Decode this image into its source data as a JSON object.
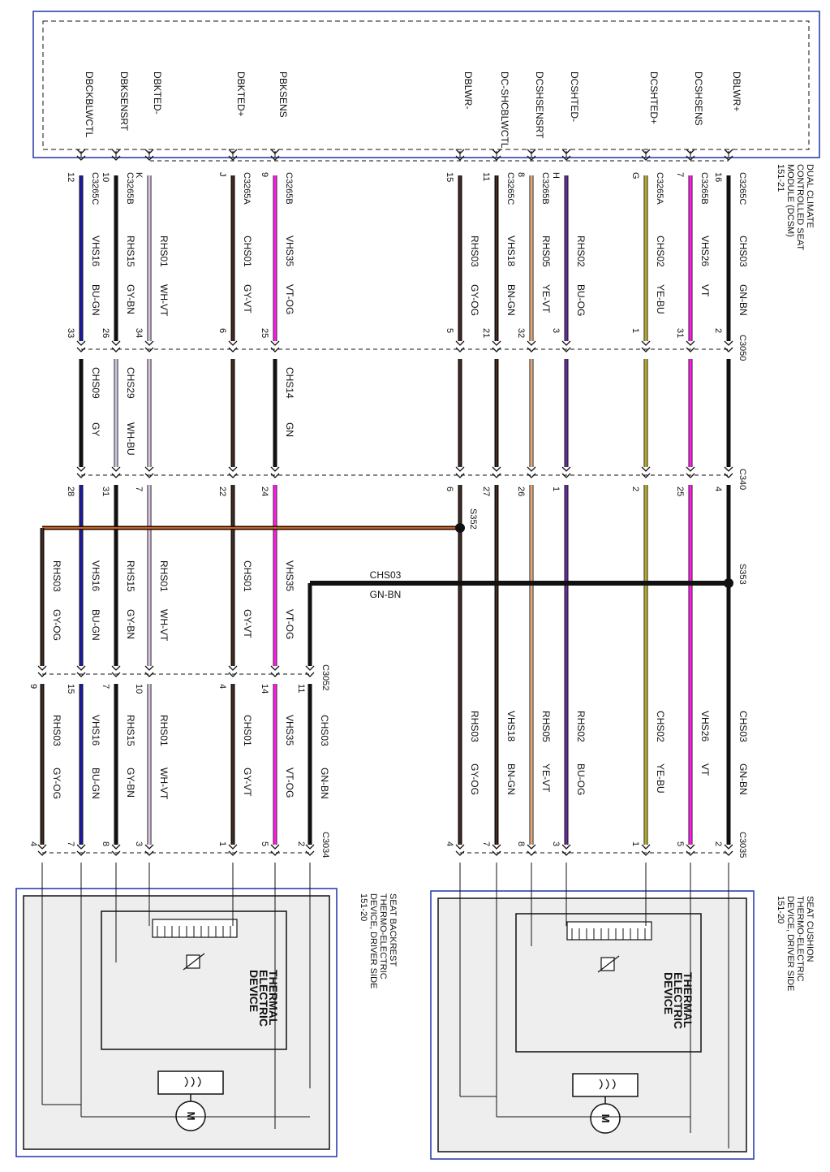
{
  "module": {
    "title": [
      "DUAL CLIMATE",
      "CONTROLLED SEAT",
      "MODULE (DCSM)",
      "151-21"
    ]
  },
  "backrest_device": {
    "title": [
      "SEAT BACKREST",
      "THERMO-ELECTRIC",
      "DEVICE, DRIVER SIDE",
      "151-20"
    ],
    "element_label": [
      "THERMAL",
      "ELECTRIC",
      "DEVICE"
    ],
    "motor_label": "M"
  },
  "cushion_device": {
    "title": [
      "SEAT CUSHION",
      "THERMO-ELECTRIC",
      "DEVICE, DRIVER SIDE",
      "151-20"
    ],
    "element_label": [
      "THERMAL",
      "ELECTRIC",
      "DEVICE"
    ],
    "motor_label": "M"
  },
  "connectors": {
    "mid1": "C3050",
    "mid2": "C340",
    "back": "C3052",
    "back_dev": "C3034",
    "cush_dev": "C3035"
  },
  "splices": {
    "s352": "S352",
    "s353": "S353",
    "bridge_circuit": "CHS03",
    "bridge_color": "GN-BN"
  },
  "colors": {
    "black": "#111111",
    "brown": "#4a2a1a",
    "blue": "#1a1aa8",
    "violet": "#6a2ca0",
    "magenta": "#ff19e8",
    "orange": "#e05a10",
    "yellow": "#f0e020",
    "box_border": "#2233aa",
    "device_fill": "#eeeeee"
  },
  "wires": [
    {
      "pin_name": "DBLWR+",
      "module_conn": "C3265C",
      "module_pin": "16",
      "c1": "CHS03",
      "c1_color": "GN-BN",
      "c3050_pin": "2",
      "c2": "",
      "c2_color": "",
      "c340_pin": "4",
      "c3": "",
      "c3_color": "",
      "dev_circuit": "CHS03",
      "dev_color": "GN-BN",
      "dev_pin": "2",
      "style": "black"
    },
    {
      "pin_name": "DCSHSENS",
      "module_conn": "C3265B",
      "module_pin": "7",
      "c1": "VHS26",
      "c1_color": "VT",
      "c3050_pin": "31",
      "c2": "",
      "c2_color": "",
      "c340_pin": "25",
      "c3": "",
      "c3_color": "",
      "dev_circuit": "VHS26",
      "dev_color": "VT",
      "dev_pin": "5",
      "style": "magenta"
    },
    {
      "pin_name": "DCSHTED+",
      "module_conn": "C3265A",
      "module_pin": "G",
      "c1": "CHS02",
      "c1_color": "YE-BU",
      "c3050_pin": "1",
      "c2": "",
      "c2_color": "",
      "c340_pin": "2",
      "c3": "",
      "c3_color": "",
      "dev_circuit": "CHS02",
      "dev_color": "YE-BU",
      "dev_pin": "1",
      "style": "yellow"
    },
    {
      "pin_name": "DCSHTED-",
      "module_conn": "",
      "module_pin": "H",
      "c1": "RHS02",
      "c1_color": "BU-OG",
      "c3050_pin": "3",
      "c2": "",
      "c2_color": "",
      "c340_pin": "1",
      "c3": "",
      "c3_color": "",
      "dev_circuit": "RHS02",
      "dev_color": "BU-OG",
      "dev_pin": "3",
      "style": "violet"
    },
    {
      "pin_name": "DCSHSENSRT",
      "module_conn": "C3265B",
      "module_pin": "8",
      "c1": "RHS05",
      "c1_color": "YE-VT",
      "c3050_pin": "32",
      "c2": "",
      "c2_color": "",
      "c340_pin": "26",
      "c3": "",
      "c3_color": "",
      "dev_circuit": "RHS05",
      "dev_color": "YE-VT",
      "dev_pin": "8",
      "style": "orange"
    },
    {
      "pin_name": "DC-SHCBLWCTL",
      "module_conn": "C3265C",
      "module_pin": "11",
      "c1": "VHS18",
      "c1_color": "BN-GN",
      "c3050_pin": "21",
      "c2": "",
      "c2_color": "",
      "c340_pin": "27",
      "c3": "",
      "c3_color": "",
      "dev_circuit": "VHS18",
      "dev_color": "BN-GN",
      "dev_pin": "7",
      "style": "brown"
    },
    {
      "pin_name": "DBLWR-",
      "module_conn": "",
      "module_pin": "15",
      "c1": "RHS03",
      "c1_color": "GY-OG",
      "c3050_pin": "5",
      "c2": "",
      "c2_color": "",
      "c340_pin": "6",
      "c3": "",
      "c3_color": "",
      "dev_circuit": "RHS03",
      "dev_color": "GY-OG",
      "dev_pin": "4",
      "style": "brown"
    },
    {
      "pin_name": "PBKSENS",
      "module_conn": "C3265B",
      "module_pin": "9",
      "c1": "VHS35",
      "c1_color": "VT-OG",
      "c3050_pin": "25",
      "c2": "CHS14",
      "c2_color": "GN",
      "c340_pin": "24",
      "c3": "VHS35",
      "c3_color": "VT-OG",
      "back_pin": "14",
      "dev_circuit": "VHS35",
      "dev_color": "VT-OG",
      "dev_pin": "5",
      "style": "magenta"
    },
    {
      "pin_name": "DBKTED+",
      "module_conn": "C3265A",
      "module_pin": "J",
      "c1": "CHS01",
      "c1_color": "GY-VT",
      "c3050_pin": "6",
      "c2": "",
      "c2_color": "",
      "c340_pin": "22",
      "c3": "CHS01",
      "c3_color": "GY-VT",
      "back_pin": "4",
      "dev_circuit": "CHS01",
      "dev_color": "GY-VT",
      "dev_pin": "1",
      "style": "brown"
    },
    {
      "pin_name": "DBKTED-",
      "module_conn": "",
      "module_pin": "K",
      "c1": "RHS01",
      "c1_color": "WH-VT",
      "c3050_pin": "34",
      "c2": "",
      "c2_color": "",
      "c340_pin": "7",
      "c3": "RHS01",
      "c3_color": "WH-VT",
      "back_pin": "10",
      "dev_circuit": "RHS01",
      "dev_color": "WH-VT",
      "dev_pin": "3",
      "style": "white"
    },
    {
      "pin_name": "DBKSENSRT",
      "module_conn": "C3265B",
      "module_pin": "10",
      "c1": "RHS15",
      "c1_color": "GY-BN",
      "c3050_pin": "26",
      "c2": "CHS29",
      "c2_color": "WH-BU",
      "c340_pin": "31",
      "c3": "RHS15",
      "c3_color": "GY-BN",
      "back_pin": "7",
      "dev_circuit": "RHS15",
      "dev_color": "GY-BN",
      "dev_pin": "8",
      "style": "black"
    },
    {
      "pin_name": "DBCKBLWCTL",
      "module_conn": "C3265C",
      "module_pin": "12",
      "c1": "VHS16",
      "c1_color": "BU-GN",
      "c3050_pin": "33",
      "c2": "CHS09",
      "c2_color": "GY",
      "c340_pin": "28",
      "c3": "VHS16",
      "c3_color": "BU-GN",
      "back_pin": "15",
      "dev_circuit": "VHS16",
      "dev_color": "BU-GN",
      "dev_pin": "7",
      "style": "blue"
    }
  ],
  "backrest_return": {
    "circuit": "RHS03",
    "color": "GY-OG",
    "back_pin": "9",
    "dev_circuit": "RHS03",
    "dev_color": "GY-OG",
    "dev_pin": "4"
  },
  "backrest_power": {
    "back_pin": "11",
    "dev_circuit": "CHS03",
    "dev_color": "GN-BN",
    "dev_pin": "2"
  }
}
